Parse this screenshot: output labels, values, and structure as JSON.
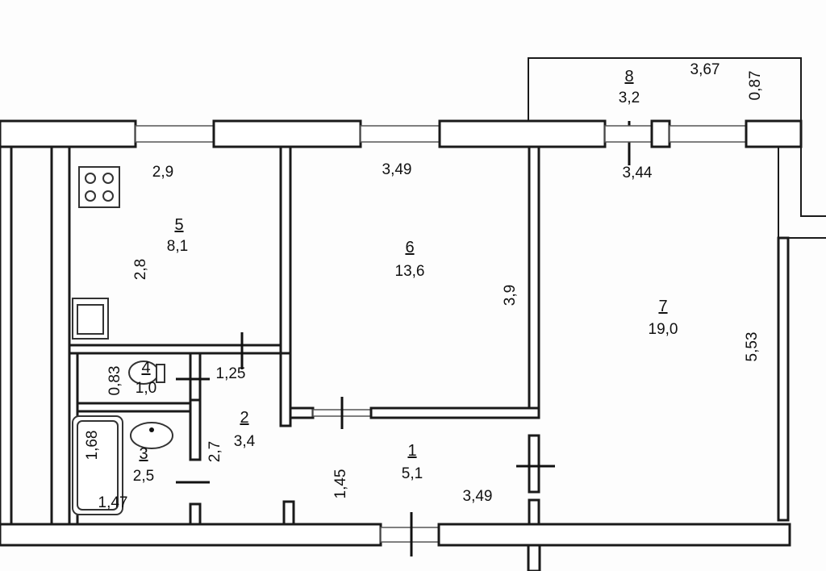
{
  "rooms": [
    {
      "number": "5",
      "area": "8,1"
    },
    {
      "number": "6",
      "area": "13,6"
    },
    {
      "number": "7",
      "area": "19,0"
    },
    {
      "number": "8",
      "area": "3,2"
    },
    {
      "number": "4",
      "area": "1,0"
    },
    {
      "number": "3",
      "area": "2,5"
    },
    {
      "number": "2",
      "area": "3,4"
    },
    {
      "number": "1",
      "area": "5,1"
    }
  ],
  "dimensions": {
    "kitchen_width": "2,9",
    "kitchen_depth": "2,8",
    "room6_width": "3,49",
    "room6_depth": "3,9",
    "balcony_width": "3,67",
    "balcony_depth": "0,87",
    "room7_width": "3,44",
    "room7_depth": "5,53",
    "wc_width": "0,83",
    "corridor_width": "1,25",
    "hall_depth": "2,7",
    "bath_length": "1,68",
    "bath_width": "1,47",
    "entry_width": "1,45",
    "entry_length": "3,49"
  }
}
